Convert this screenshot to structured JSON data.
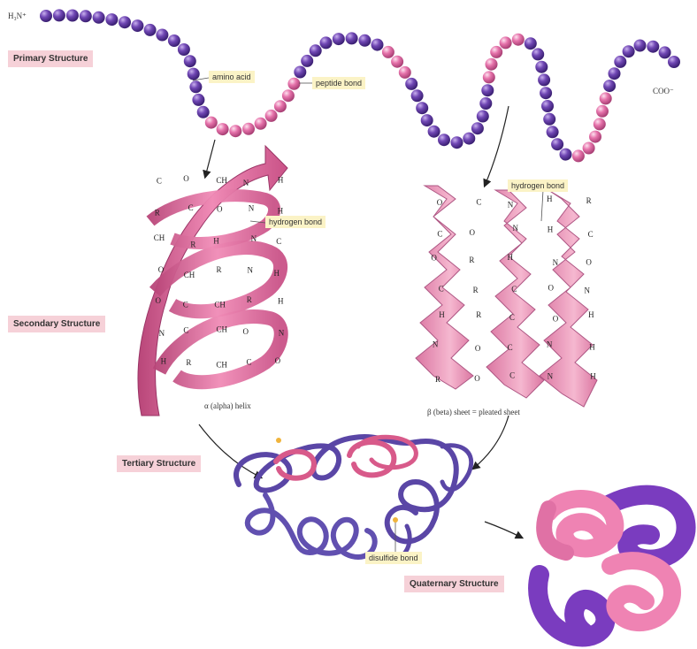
{
  "labels": {
    "primary": "Primary Structure",
    "secondary": "Secondary Structure",
    "tertiary": "Tertiary Structure",
    "quaternary": "Quaternary Structure"
  },
  "annotations": {
    "n_terminus": "H₃N⁺",
    "c_terminus": "COO⁻",
    "amino_acid": "amino acid",
    "peptide_bond": "peptide bond",
    "hydrogen_bond_helix": "hydrogen bond",
    "hydrogen_bond_sheet": "hydrogen bond",
    "alpha_helix": "α (alpha) helix",
    "beta_sheet": "β (beta) sheet = pleated sheet",
    "disulfide_bond": "disulfide bond"
  },
  "helix_atoms": [
    "C",
    "O",
    "CH",
    "N",
    "H",
    "R",
    "C",
    "O",
    "N",
    "H",
    "CH",
    "R",
    "H",
    "N",
    "C",
    "O",
    "CH",
    "R",
    "N",
    "H",
    "O",
    "C",
    "CH",
    "R",
    "H",
    "N",
    "C",
    "CH",
    "O",
    "N",
    "H",
    "R",
    "CH",
    "C",
    "O"
  ],
  "sheet_atoms": [
    "O",
    "C",
    "N",
    "H",
    "R",
    "C",
    "O",
    "N",
    "H",
    "C",
    "O",
    "R",
    "H",
    "N",
    "O",
    "C",
    "R",
    "C",
    "O",
    "N",
    "H",
    "R",
    "C",
    "O",
    "H",
    "N",
    "O",
    "C",
    "N",
    "H",
    "R",
    "O",
    "C",
    "N",
    "H"
  ],
  "colors": {
    "purple_bead": "#6c3fa8",
    "pink_bead": "#e472a8",
    "ribbon_pink": "#df6f9c",
    "ribbon_purple": "#5a46a6",
    "label_pink_bg": "#f6d1d8",
    "label_yellow_bg": "#fbf3c6"
  }
}
